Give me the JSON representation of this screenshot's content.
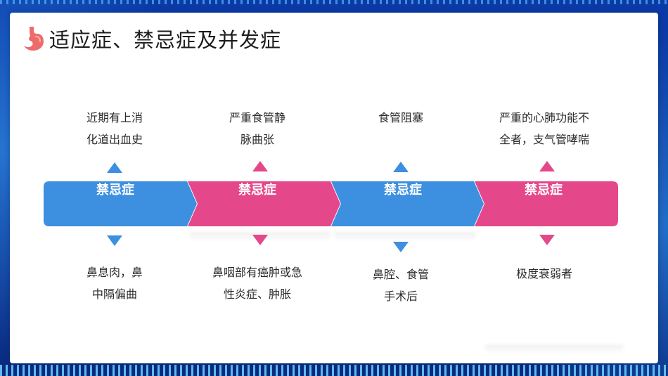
{
  "slide": {
    "title": "适应症、禁忌症及并发症"
  },
  "colors": {
    "blue": "#3d8fe0",
    "pink": "#e5488a",
    "frame": "#0a2e8c"
  },
  "icons": [
    "stomach-icon"
  ],
  "segments": [
    {
      "label": "禁忌症",
      "color": "blue",
      "top_lines": [
        "近期有上消",
        "化道出血史"
      ],
      "bottom_lines": [
        "鼻息肉，鼻",
        "中隔偏曲"
      ]
    },
    {
      "label": "禁忌症",
      "color": "pink",
      "top_lines": [
        "严重食管静",
        "脉曲张"
      ],
      "bottom_lines": [
        "鼻咽部有癌肿或急",
        "性炎症、肿胀"
      ]
    },
    {
      "label": "禁忌症",
      "color": "blue",
      "top_lines": [
        "食管阻塞"
      ],
      "bottom_lines": [
        "鼻腔、食管",
        "手术后"
      ]
    },
    {
      "label": "禁忌症",
      "color": "pink",
      "top_lines": [
        "严重的心肺功能不",
        "全者，支气管哮喘"
      ],
      "bottom_lines": [
        "极度衰弱者"
      ]
    }
  ]
}
